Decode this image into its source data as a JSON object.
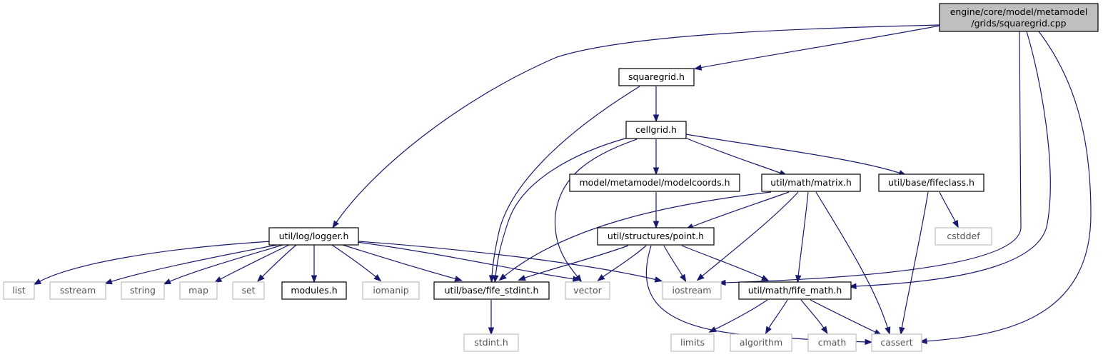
{
  "graph": {
    "nodes": {
      "root": {
        "lines": [
          "engine/core/model/metamodel",
          "/grids/squaregrid.cpp"
        ]
      },
      "squaregrid_h": {
        "lines": [
          "squaregrid.h"
        ]
      },
      "cellgrid_h": {
        "lines": [
          "cellgrid.h"
        ]
      },
      "modelcoords_h": {
        "lines": [
          "model/metamodel/modelcoords.h"
        ]
      },
      "matrix_h": {
        "lines": [
          "util/math/matrix.h"
        ]
      },
      "fifeclass_h": {
        "lines": [
          "util/base/fifeclass.h"
        ]
      },
      "logger_h": {
        "lines": [
          "util/log/logger.h"
        ]
      },
      "point_h": {
        "lines": [
          "util/structures/point.h"
        ]
      },
      "cstddef": {
        "lines": [
          "cstddef"
        ]
      },
      "list": {
        "lines": [
          "list"
        ]
      },
      "sstream": {
        "lines": [
          "sstream"
        ]
      },
      "string": {
        "lines": [
          "string"
        ]
      },
      "map": {
        "lines": [
          "map"
        ]
      },
      "set": {
        "lines": [
          "set"
        ]
      },
      "modules_h": {
        "lines": [
          "modules.h"
        ]
      },
      "iomanip": {
        "lines": [
          "iomanip"
        ]
      },
      "fife_stdint_h": {
        "lines": [
          "util/base/fife_stdint.h"
        ]
      },
      "vector": {
        "lines": [
          "vector"
        ]
      },
      "iostream": {
        "lines": [
          "iostream"
        ]
      },
      "fife_math_h": {
        "lines": [
          "util/math/fife_math.h"
        ]
      },
      "stdint_h": {
        "lines": [
          "stdint.h"
        ]
      },
      "limits": {
        "lines": [
          "limits"
        ]
      },
      "algorithm": {
        "lines": [
          "algorithm"
        ]
      },
      "cmath": {
        "lines": [
          "cmath"
        ]
      },
      "cassert": {
        "lines": [
          "cassert"
        ]
      }
    },
    "edges": [
      [
        "root",
        "squaregrid_h"
      ],
      [
        "root",
        "logger_h"
      ],
      [
        "root",
        "iostream"
      ],
      [
        "root",
        "fife_math_h"
      ],
      [
        "root",
        "cassert"
      ],
      [
        "squaregrid_h",
        "cellgrid_h"
      ],
      [
        "squaregrid_h",
        "fife_stdint_h"
      ],
      [
        "cellgrid_h",
        "modelcoords_h"
      ],
      [
        "cellgrid_h",
        "matrix_h"
      ],
      [
        "cellgrid_h",
        "fifeclass_h"
      ],
      [
        "cellgrid_h",
        "fife_stdint_h"
      ],
      [
        "cellgrid_h",
        "vector"
      ],
      [
        "modelcoords_h",
        "point_h"
      ],
      [
        "matrix_h",
        "point_h"
      ],
      [
        "matrix_h",
        "fife_stdint_h"
      ],
      [
        "matrix_h",
        "iostream"
      ],
      [
        "matrix_h",
        "fife_math_h"
      ],
      [
        "matrix_h",
        "cassert"
      ],
      [
        "fifeclass_h",
        "cstddef"
      ],
      [
        "fifeclass_h",
        "cassert"
      ],
      [
        "logger_h",
        "list"
      ],
      [
        "logger_h",
        "sstream"
      ],
      [
        "logger_h",
        "string"
      ],
      [
        "logger_h",
        "map"
      ],
      [
        "logger_h",
        "set"
      ],
      [
        "logger_h",
        "modules_h"
      ],
      [
        "logger_h",
        "iomanip"
      ],
      [
        "logger_h",
        "fife_stdint_h"
      ],
      [
        "logger_h",
        "vector"
      ],
      [
        "logger_h",
        "iostream"
      ],
      [
        "point_h",
        "fife_stdint_h"
      ],
      [
        "point_h",
        "vector"
      ],
      [
        "point_h",
        "iostream"
      ],
      [
        "point_h",
        "fife_math_h"
      ],
      [
        "point_h",
        "cassert"
      ],
      [
        "fife_stdint_h",
        "stdint_h"
      ],
      [
        "fife_math_h",
        "limits"
      ],
      [
        "fife_math_h",
        "algorithm"
      ],
      [
        "fife_math_h",
        "cmath"
      ],
      [
        "fife_math_h",
        "cassert"
      ]
    ]
  }
}
